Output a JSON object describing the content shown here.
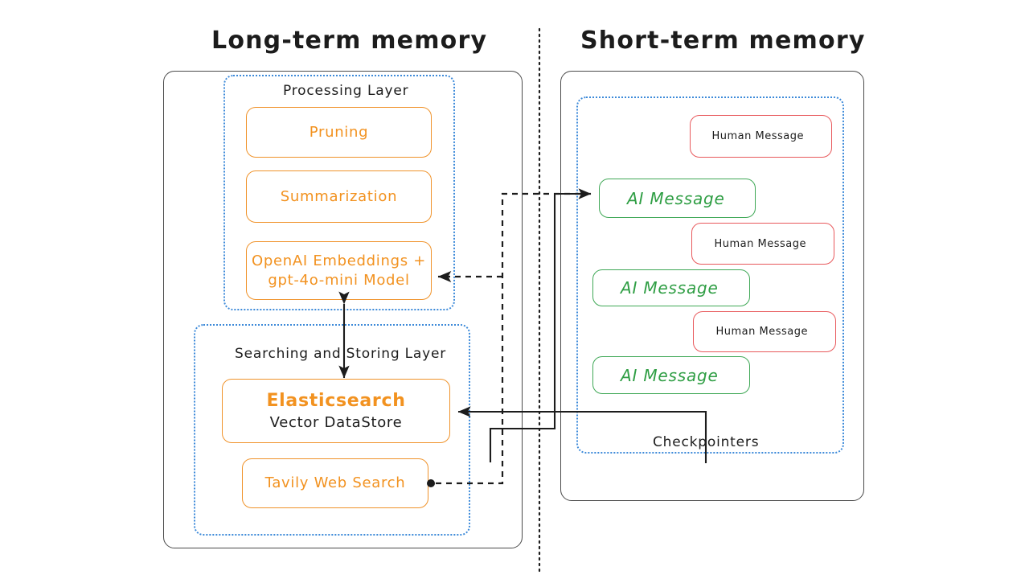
{
  "diagram": {
    "title_left": "Long-term memory",
    "title_right": "Short-term memory",
    "divider": "vertical-dotted-divider"
  },
  "colors": {
    "orange": "#f29220",
    "green": "#2f9e44",
    "red": "#e8595c",
    "blue_dotted": "#3d8ad9",
    "panel_border": "#4a4a4a",
    "text": "#1c1c1c",
    "background": "#ffffff"
  },
  "long_term": {
    "panel_label": "Long-term memory",
    "processing_layer": {
      "title": "Processing Layer",
      "nodes": [
        {
          "label": "Pruning",
          "color": "orange"
        },
        {
          "label": "Summarization",
          "color": "orange"
        },
        {
          "label": "OpenAI Embeddings +\ngpt-4o-mini Model",
          "color": "orange"
        }
      ]
    },
    "storing_layer": {
      "title": "Searching and Storing Layer",
      "nodes": [
        {
          "label": "Elasticsearch",
          "sublabel": "Vector DataStore",
          "color": "orange"
        },
        {
          "label": "Tavily Web Search",
          "color": "orange"
        }
      ]
    }
  },
  "short_term": {
    "panel_label": "Short-term memory",
    "checkpointers_label": "Checkpointers",
    "messages": [
      {
        "label": "Human Message",
        "role": "human",
        "color": "red"
      },
      {
        "label": "AI Message",
        "role": "ai",
        "color": "green"
      },
      {
        "label": "Human Message",
        "role": "human",
        "color": "red"
      },
      {
        "label": "AI Message",
        "role": "ai",
        "color": "green"
      },
      {
        "label": "Human Message",
        "role": "human",
        "color": "red"
      },
      {
        "label": "AI Message",
        "role": "ai",
        "color": "green"
      }
    ]
  },
  "connectors": [
    {
      "name": "embeddings-to-storage",
      "style": "solid",
      "arrows": "both"
    },
    {
      "name": "storage-to-ai-message",
      "style": "solid",
      "arrows": "end"
    },
    {
      "name": "checkpointers-to-elasticsearch",
      "style": "solid",
      "arrows": "end"
    },
    {
      "name": "tavily-to-ai-message",
      "style": "dashed",
      "arrows": "end"
    },
    {
      "name": "tavily-to-embeddings",
      "style": "dashed",
      "arrows": "end"
    }
  ]
}
